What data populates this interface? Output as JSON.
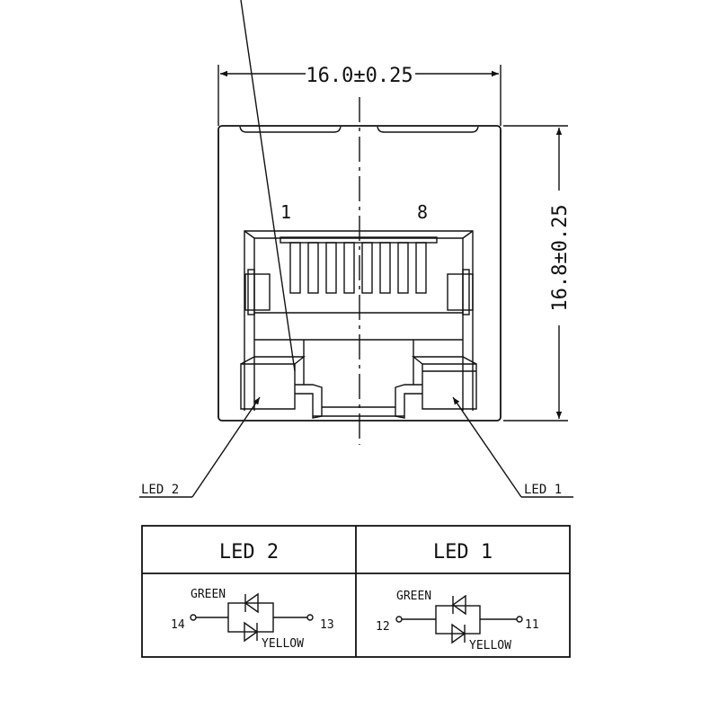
{
  "dimensions": {
    "width_label": "16.0±0.25",
    "height_label": "16.8±0.25"
  },
  "pin_labels": {
    "first": "1",
    "last": "8"
  },
  "callouts": {
    "left": "LED 2",
    "right": "LED 1"
  },
  "led_table": {
    "columns": [
      {
        "header": "LED 2",
        "upper_diode": "GREEN",
        "lower_diode": "YELLOW",
        "left_pin": "14",
        "right_pin": "13"
      },
      {
        "header": "LED 1",
        "upper_diode": "GREEN",
        "lower_diode": "YELLOW",
        "left_pin": "12",
        "right_pin": "11"
      }
    ]
  }
}
